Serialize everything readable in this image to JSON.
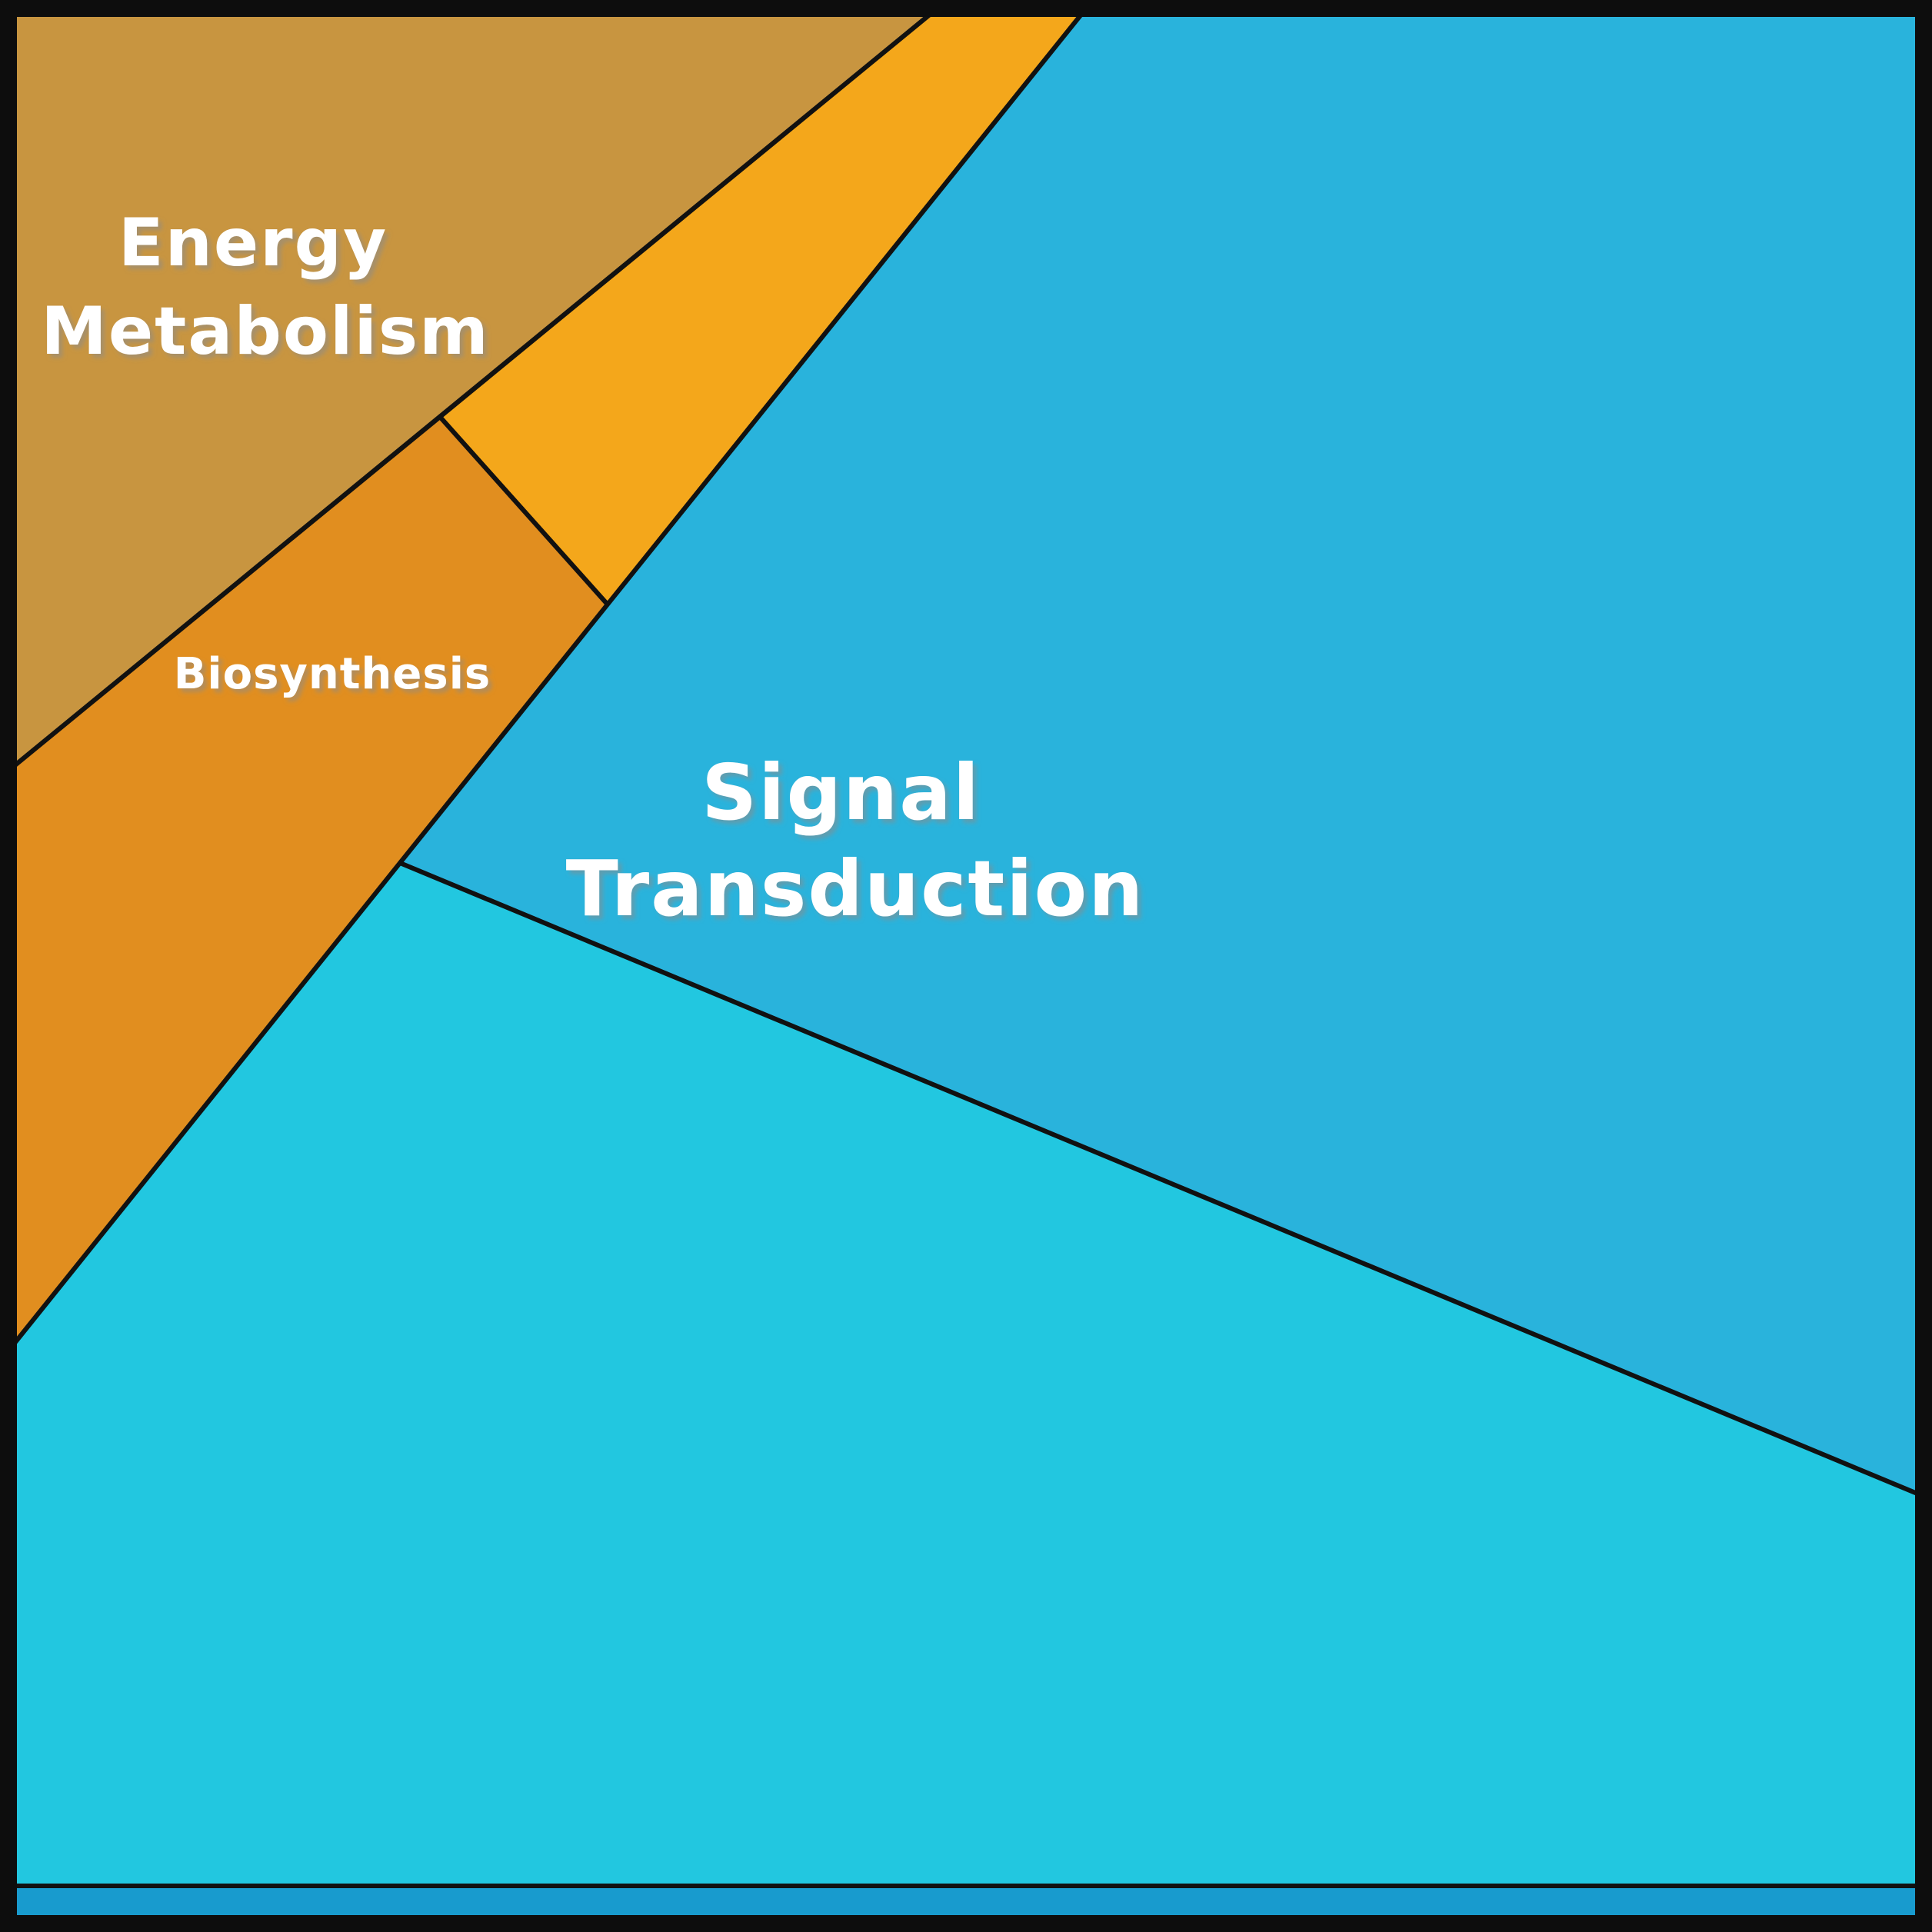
{
  "figure": {
    "background": "#ffffff",
    "border_color": "#0d0d0d",
    "line_color": "#111111",
    "label_color": "#ffffff",
    "regions": {
      "energy_metabolism": {
        "label": "Energy Metabolism",
        "line1": "Energy",
        "line2": "Metabolism",
        "color": "#c89540"
      },
      "upper_orange_band": {
        "color": "#f4a71b"
      },
      "biosynthesis": {
        "label": "Biosynthesis",
        "color": "#e18e1f"
      },
      "signal_transduction": {
        "label": "Signal Transduction",
        "line1": "Signal",
        "line2": "Transduction",
        "color": "#29b3dc"
      },
      "lower_cyan": {
        "color": "#22c7e0"
      },
      "bottom_strip": {
        "color": "#189bce"
      }
    }
  }
}
